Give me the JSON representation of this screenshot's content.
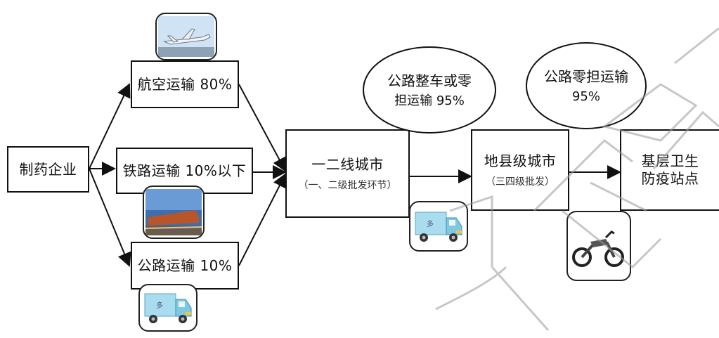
{
  "nodes": {
    "pharma": "制药企业",
    "air": "航空运输 80%",
    "rail": "铁路运输 10%以下",
    "road": "公路运输 10%",
    "city12": "一二线城市",
    "city12_sub": "（一、二级批发环节）",
    "county": "地县级城市",
    "county_sub": "（三四级批发）",
    "grassroots_line1": "基层卫生",
    "grassroots_line2": "防疫站点"
  },
  "ellipses": {
    "truckload_line1": "公路整车或零",
    "truckload_line2": "担运输 95%",
    "ltl_line1": "公路零担运输",
    "ltl_line2": "95%"
  },
  "icons": [
    "airplane-icon",
    "train-icon",
    "truck-icon",
    "motorcycle-icon"
  ]
}
